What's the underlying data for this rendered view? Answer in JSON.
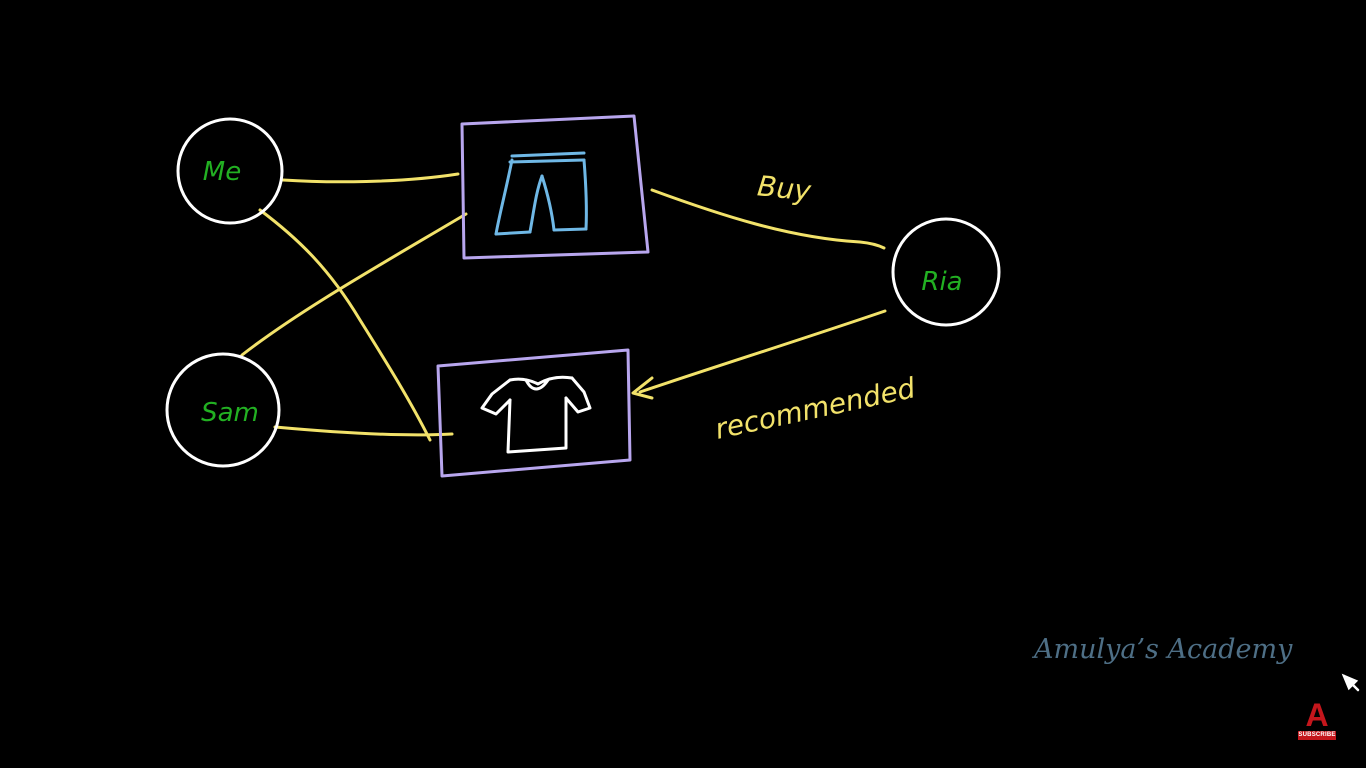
{
  "diagram": {
    "nodes": {
      "me": "Me",
      "sam": "Sam",
      "ria": "Ria"
    },
    "items": {
      "top": "pants",
      "bottom": "t-shirt"
    },
    "edge_labels": {
      "buy": "Buy",
      "recommended": "recommended"
    }
  },
  "watermark": {
    "text": "Amulya’s Academy"
  },
  "logo": {
    "letter": "A",
    "subscribe": "SUBSCRIBE"
  },
  "colors": {
    "background": "#000000",
    "node_circle": "#ffffff",
    "node_text": "#22b022",
    "edge": "#f2e26a",
    "edge_label": "#f2e26a",
    "item_box": "#b8a6ee",
    "pants": "#6fb8e6",
    "shirt": "#ffffff",
    "watermark": "#4e6f86",
    "logo": "#c4161c"
  }
}
